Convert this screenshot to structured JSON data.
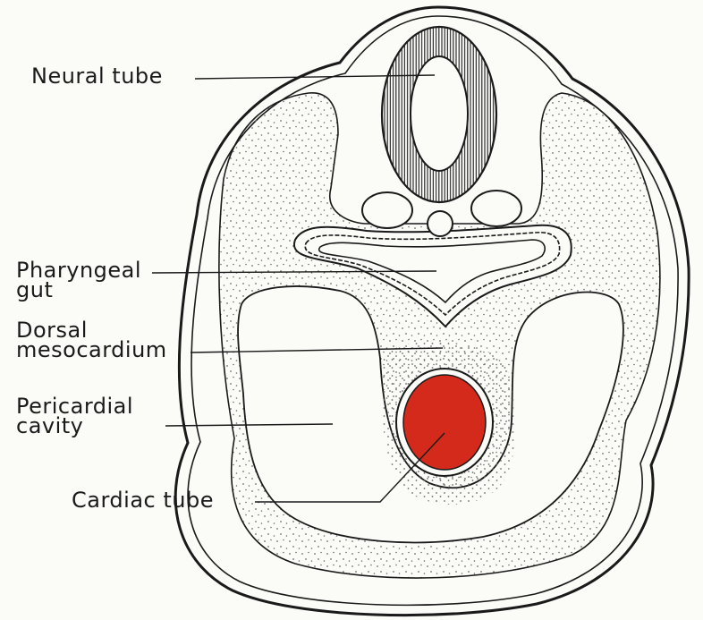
{
  "colors": {
    "background": "#fbfbf8",
    "outline": "#1a1a1a",
    "stipple": "#6a6a6a",
    "cardiac_tube": "#d42a1c"
  },
  "labels": {
    "neural_tube": "Neural tube",
    "pharyngeal_gut_line1": "Pharyngeal",
    "pharyngeal_gut_line2": "gut",
    "dorsal_mesocardium_line1": "Dorsal",
    "dorsal_mesocardium_line2": "mesocardium",
    "pericardial_cavity_line1": "Pericardial",
    "pericardial_cavity_line2": "cavity",
    "cardiac_tube": "Cardiac tube"
  }
}
